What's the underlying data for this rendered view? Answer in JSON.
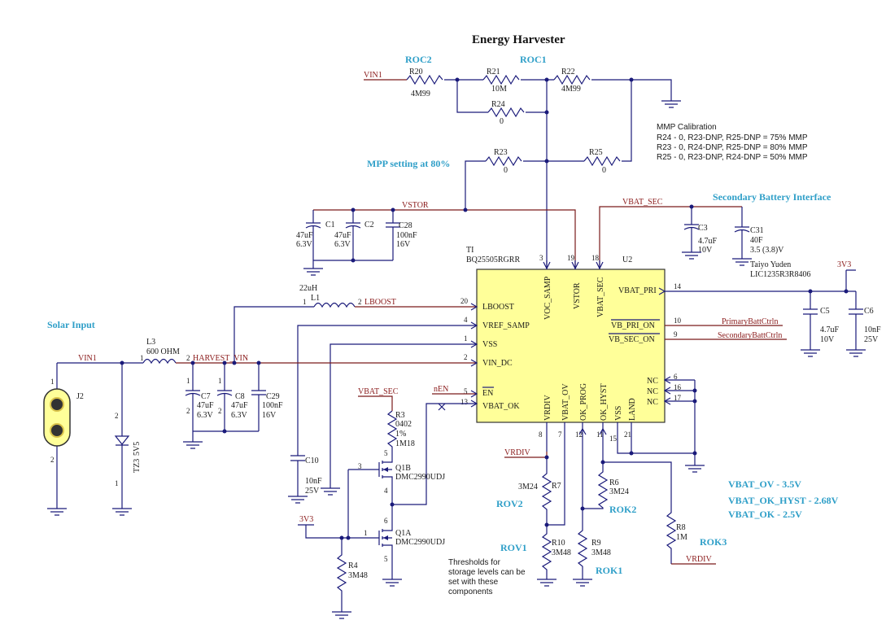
{
  "title": "Energy Harvester",
  "section_labels": {
    "roc2": "ROC2",
    "roc1": "ROC1",
    "mpp": "MPP setting at 80%",
    "secondary_battery": "Secondary Battery Interface",
    "solar_input": "Solar Input",
    "rov2": "ROV2",
    "rov1": "ROV1",
    "rok2": "ROK2",
    "rok1": "ROK1",
    "rok3": "ROK3"
  },
  "thresholds": {
    "ov": "VBAT_OV - 3.5V",
    "ok_hyst": "VBAT_OK_HYST - 2.68V",
    "ok": "VBAT_OK - 2.5V"
  },
  "mmp_calibration": {
    "heading": "MMP Calibration",
    "lines": [
      "R24 - 0, R23-DNP, R25-DNP = 75% MMP",
      "R23 - 0, R24-DNP, R25-DNP = 80% MMP",
      "R25 - 0, R23-DNP, R24-DNP = 50% MMP"
    ]
  },
  "note_thresholds": [
    "Thresholds for",
    "storage levels can be",
    "set with these",
    "components"
  ],
  "nets": {
    "vin1": "VIN1",
    "vstor": "VSTOR",
    "vbat_sec": "VBAT_SEC",
    "lboost": "LBOOST",
    "harvest_vin": "HARVEST_VIN",
    "nen": "nEN",
    "v3v3": "3V3",
    "vrdiv": "VRDIV",
    "primary_ctrl": "PrimaryBattCtrln",
    "secondary_ctrl": "SecondaryBattCtrln"
  },
  "components": {
    "r20": {
      "ref": "R20",
      "value": "4M99"
    },
    "r21": {
      "ref": "R21",
      "value": "10M"
    },
    "r22": {
      "ref": "R22",
      "value": "4M99"
    },
    "r24": {
      "ref": "R24",
      "value": "0"
    },
    "r23": {
      "ref": "R23",
      "value": "0"
    },
    "r25": {
      "ref": "R25",
      "value": "0"
    },
    "c1": {
      "ref": "C1",
      "value": "47uF",
      "voltage": "6.3V"
    },
    "c2": {
      "ref": "C2",
      "value": "47uF",
      "voltage": "6.3V"
    },
    "c28": {
      "ref": "C28",
      "value": "100nF",
      "voltage": "16V"
    },
    "c3": {
      "ref": "C3",
      "value": "4.7uF",
      "voltage": "10V"
    },
    "c31": {
      "ref": "C31",
      "value": "40F",
      "voltage": "3.5 (3.8)V",
      "maker": "Taiyo Yuden",
      "part": "LIC1235R3R8406"
    },
    "l1": {
      "ref": "L1",
      "value": "22uH"
    },
    "l3": {
      "ref": "L3",
      "value": "600 OHM"
    },
    "j2": {
      "ref": "J2"
    },
    "tz3": {
      "ref": "TZ3",
      "value": "5V5"
    },
    "c7": {
      "ref": "C7",
      "value": "47uF",
      "voltage": "6.3V"
    },
    "c8": {
      "ref": "C8",
      "value": "47uF",
      "voltage": "6.3V"
    },
    "c29": {
      "ref": "C29",
      "value": "100nF",
      "voltage": "16V"
    },
    "c10": {
      "ref": "C10",
      "value": "10nF",
      "voltage": "25V"
    },
    "c5": {
      "ref": "C5",
      "value": "4.7uF",
      "voltage": "10V"
    },
    "c6": {
      "ref": "C6",
      "value": "10nF",
      "voltage": "25V"
    },
    "r3": {
      "ref": "R3",
      "size": "0402",
      "tol": "1%",
      "value": "1M18"
    },
    "q1b": {
      "ref": "Q1B",
      "part": "DMC2990UDJ"
    },
    "q1a": {
      "ref": "Q1A",
      "part": "DMC2990UDJ"
    },
    "r4": {
      "ref": "R4",
      "value": "3M48"
    },
    "r7": {
      "ref": "R7",
      "value": "3M24"
    },
    "r10": {
      "ref": "R10",
      "value": "3M48"
    },
    "r9": {
      "ref": "R9",
      "value": "3M48"
    },
    "r6": {
      "ref": "R6",
      "value": "3M24"
    },
    "r8": {
      "ref": "R8",
      "value": "1M"
    }
  },
  "ic": {
    "ref": "U2",
    "t_ref": "TI",
    "part": "BQ25505RGRR",
    "left_pins": [
      {
        "num": "20",
        "name": "LBOOST"
      },
      {
        "num": "4",
        "name": "VREF_SAMP"
      },
      {
        "num": "1",
        "name": "VSS"
      },
      {
        "num": "2",
        "name": "VIN_DC"
      },
      {
        "num": "5",
        "name": "EN"
      },
      {
        "num": "13",
        "name": "VBAT_OK"
      }
    ],
    "top_pins": [
      {
        "num": "3",
        "name": "VOC_SAMP"
      },
      {
        "num": "19",
        "name": "VSTOR"
      },
      {
        "num": "18",
        "name": "VBAT_SEC"
      }
    ],
    "right_pins": [
      {
        "num": "14",
        "name": "VBAT_PRI"
      },
      {
        "num": "10",
        "name": "VB_PRI_ON"
      },
      {
        "num": "9",
        "name": "VB_SEC_ON"
      },
      {
        "num": "6",
        "name": "NC"
      },
      {
        "num": "16",
        "name": "NC"
      },
      {
        "num": "17",
        "name": "NC"
      }
    ],
    "bottom_pins": [
      {
        "num": "8",
        "name": "VRDIV"
      },
      {
        "num": "7",
        "name": "VBAT_OV"
      },
      {
        "num": "12",
        "name": "OK_PROG"
      },
      {
        "num": "11",
        "name": "OK_HYST"
      },
      {
        "num": "15",
        "name": "VSS"
      },
      {
        "num": "21",
        "name": "LAND"
      }
    ]
  },
  "pin_numbers": {
    "l1_1": "1",
    "l1_2": "2",
    "l3_1": "1",
    "l3_2": "2",
    "j2_1": "1",
    "j2_2": "2",
    "tz3_2": "2",
    "tz3_1": "1",
    "c7_1": "1",
    "c7_2": "2",
    "c8_1": "1",
    "c8_2": "2",
    "q1b_3": "3",
    "q1b_5": "5",
    "q1b_4": "4",
    "q1a_6": "6",
    "q1a_1": "1",
    "q1a_5": "5"
  },
  "colors": {
    "wire": "#1a1a7a",
    "net_label": "#8a1a1a",
    "ic_fill": "#ffff99",
    "section_label": "#2f9fc8"
  }
}
